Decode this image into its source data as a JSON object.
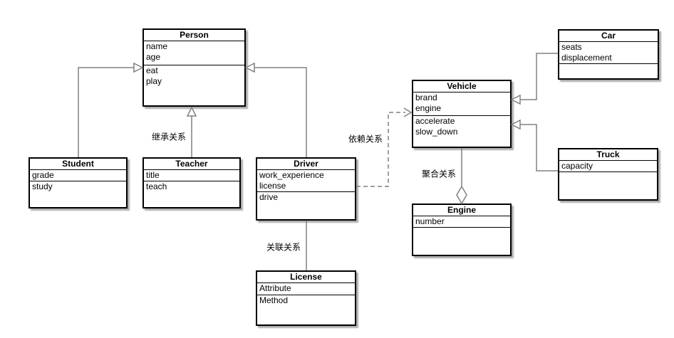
{
  "diagram": {
    "classes": {
      "person": {
        "title": "Person",
        "attributes": [
          "name",
          "age"
        ],
        "methods": [
          "eat",
          "play"
        ]
      },
      "student": {
        "title": "Student",
        "attributes": [
          "grade"
        ],
        "methods": [
          "study"
        ]
      },
      "teacher": {
        "title": "Teacher",
        "attributes": [
          "title"
        ],
        "methods": [
          "teach"
        ]
      },
      "driver": {
        "title": "Driver",
        "attributes": [
          "work_experience",
          "license"
        ],
        "methods": [
          "drive"
        ]
      },
      "vehicle": {
        "title": "Vehicle",
        "attributes": [
          "brand",
          "engine"
        ],
        "methods": [
          "accelerate",
          "slow_down"
        ]
      },
      "car": {
        "title": "Car",
        "attributes": [
          "seats",
          "displacement"
        ],
        "methods": []
      },
      "truck": {
        "title": "Truck",
        "attributes": [
          "capacity"
        ],
        "methods": []
      },
      "engine": {
        "title": "Engine",
        "attributes": [
          "number"
        ],
        "methods": []
      },
      "license": {
        "title": "License",
        "attributes": [
          "Attribute"
        ],
        "methods": [
          "Method"
        ]
      }
    },
    "edge_labels": {
      "inheritance": "继承关系",
      "dependency": "依赖关系",
      "aggregation": "聚合关系",
      "association": "关联关系"
    },
    "colors": {
      "edge": "#808080",
      "box_border": "#000000",
      "box_fill": "#ffffff",
      "label_text": "#000000"
    }
  }
}
